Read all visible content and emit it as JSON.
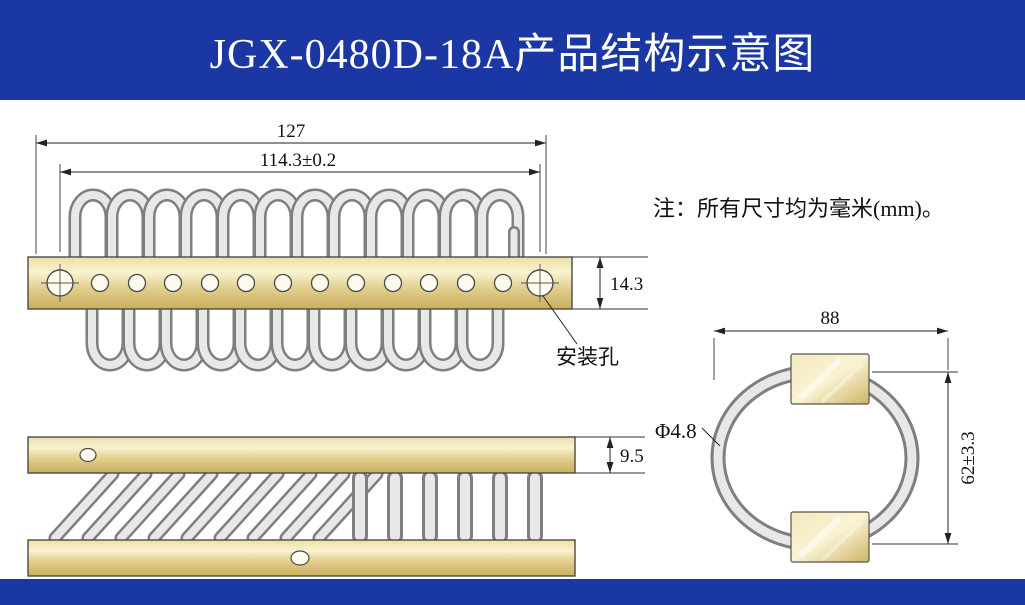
{
  "title": "JGX-0480D-18A产品结构示意图",
  "note": "注：所有尺寸均为毫米(mm)。",
  "dims": {
    "overall_length": "127",
    "hole_pitch": "114.3±0.2",
    "bar_height": "14.3",
    "mounting_hole_label": "安装孔",
    "plate_thickness": "9.5",
    "ring_width": "88",
    "wire_diameter": "Φ4.8",
    "ring_height": "62±3.3"
  },
  "colors": {
    "banner_blue": "#1b37a3",
    "metal_gold": "#e2cf8e",
    "coil_gray": "#bfbfbf",
    "line_black": "#222222"
  }
}
